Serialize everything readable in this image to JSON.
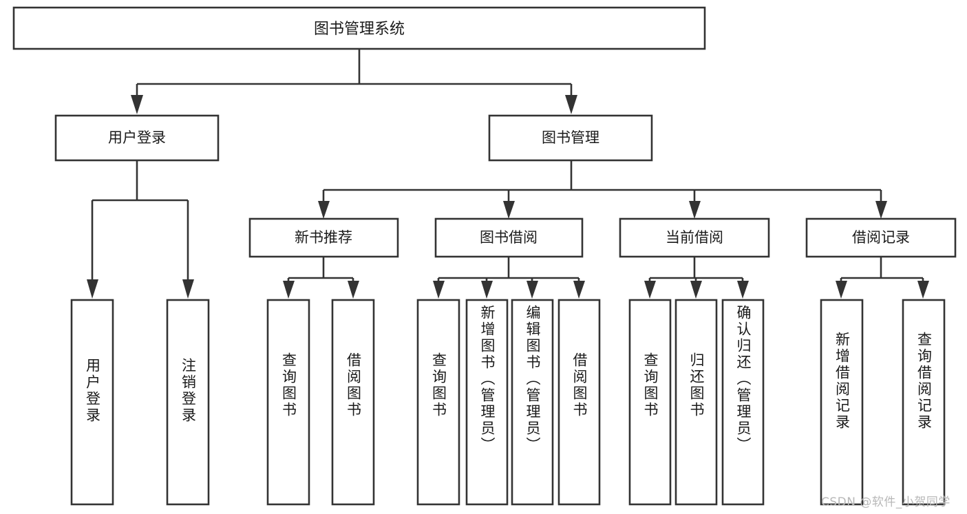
{
  "diagram": {
    "type": "tree-hierarchy-chart",
    "title_node": {
      "id": "root",
      "label": "图书管理系统"
    },
    "level2": [
      {
        "id": "user-login",
        "label": "用户登录"
      },
      {
        "id": "book-manage",
        "label": "图书管理"
      }
    ],
    "level3": [
      {
        "id": "new-book-recommend",
        "label": "新书推荐"
      },
      {
        "id": "book-borrow",
        "label": "图书借阅"
      },
      {
        "id": "current-borrow",
        "label": "当前借阅"
      },
      {
        "id": "borrow-record",
        "label": "借阅记录"
      }
    ],
    "leaves": {
      "user_login": [
        {
          "id": "leaf-user-login",
          "label": "用户登录"
        },
        {
          "id": "leaf-logout-login",
          "label": "注销登录"
        }
      ],
      "new_book_recommend": [
        {
          "id": "leaf-query-book-1",
          "label": "查询图书"
        },
        {
          "id": "leaf-borrow-book-1",
          "label": "借阅图书"
        }
      ],
      "book_borrow": [
        {
          "id": "leaf-query-book-2",
          "label": "查询图书"
        },
        {
          "id": "leaf-add-book",
          "label": "新增图书（管理员）"
        },
        {
          "id": "leaf-edit-book",
          "label": "编辑图书（管理员）"
        },
        {
          "id": "leaf-borrow-book-2",
          "label": "借阅图书"
        }
      ],
      "current_borrow": [
        {
          "id": "leaf-query-book-3",
          "label": "查询图书"
        },
        {
          "id": "leaf-return-book",
          "label": "归还图书"
        },
        {
          "id": "leaf-confirm-return",
          "label": "确认归还（管理员）"
        }
      ],
      "borrow_record": [
        {
          "id": "leaf-add-record",
          "label": "新增借阅记录"
        },
        {
          "id": "leaf-query-record",
          "label": "查询借阅记录"
        }
      ]
    }
  },
  "watermark": {
    "text": "CSDN @软件_小贺同学"
  },
  "colors": {
    "box_stroke": "#333333",
    "box_fill": "#ffffff",
    "text": "#1a1a1a",
    "canvas": "#ffffff",
    "watermark": "#b8b8b8"
  }
}
